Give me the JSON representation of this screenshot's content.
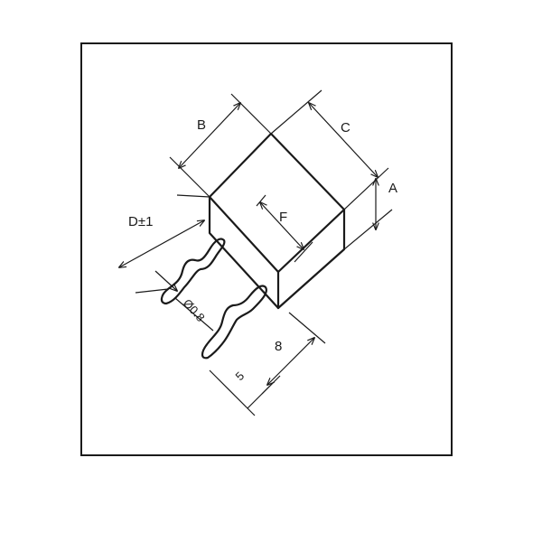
{
  "diagram": {
    "labels": {
      "a": "A",
      "b": "B",
      "c": "C",
      "d": "D±1",
      "f": "F",
      "lead_diameter": "Ø0.8",
      "lead_length": "8",
      "lead_pitch": "5"
    },
    "colors": {
      "line": "#1a1a1a",
      "background": "#ffffff"
    }
  }
}
